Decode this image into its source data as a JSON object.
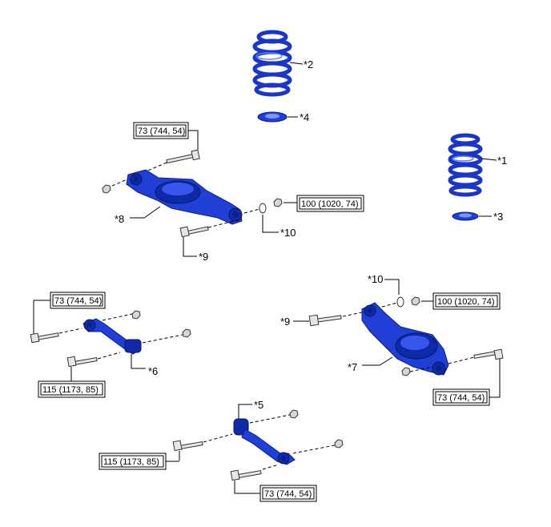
{
  "parts": {
    "p1": "*1",
    "p2": "*2",
    "p3": "*3",
    "p4": "*4",
    "p5": "*5",
    "p6": "*6",
    "p7": "*7",
    "p8": "*8",
    "p9a": "*9",
    "p9b": "*9",
    "p10a": "*10",
    "p10b": "*10"
  },
  "torques": {
    "upper_arm_left_bolt": "73 (744, 54)",
    "upper_arm_right_nut": "100 (1020, 74)",
    "link6_top": "73 (744, 54)",
    "link6_bottom": "115 (1173, 85)",
    "arm7_nut": "100 (1020, 74)",
    "arm7_bolt": "73 (744, 54)",
    "link5_left": "115 (1173, 85)",
    "link5_bottom": "73 (744, 54)"
  },
  "colors": {
    "part_blue": "#1f3fd6",
    "line": "#000000"
  }
}
